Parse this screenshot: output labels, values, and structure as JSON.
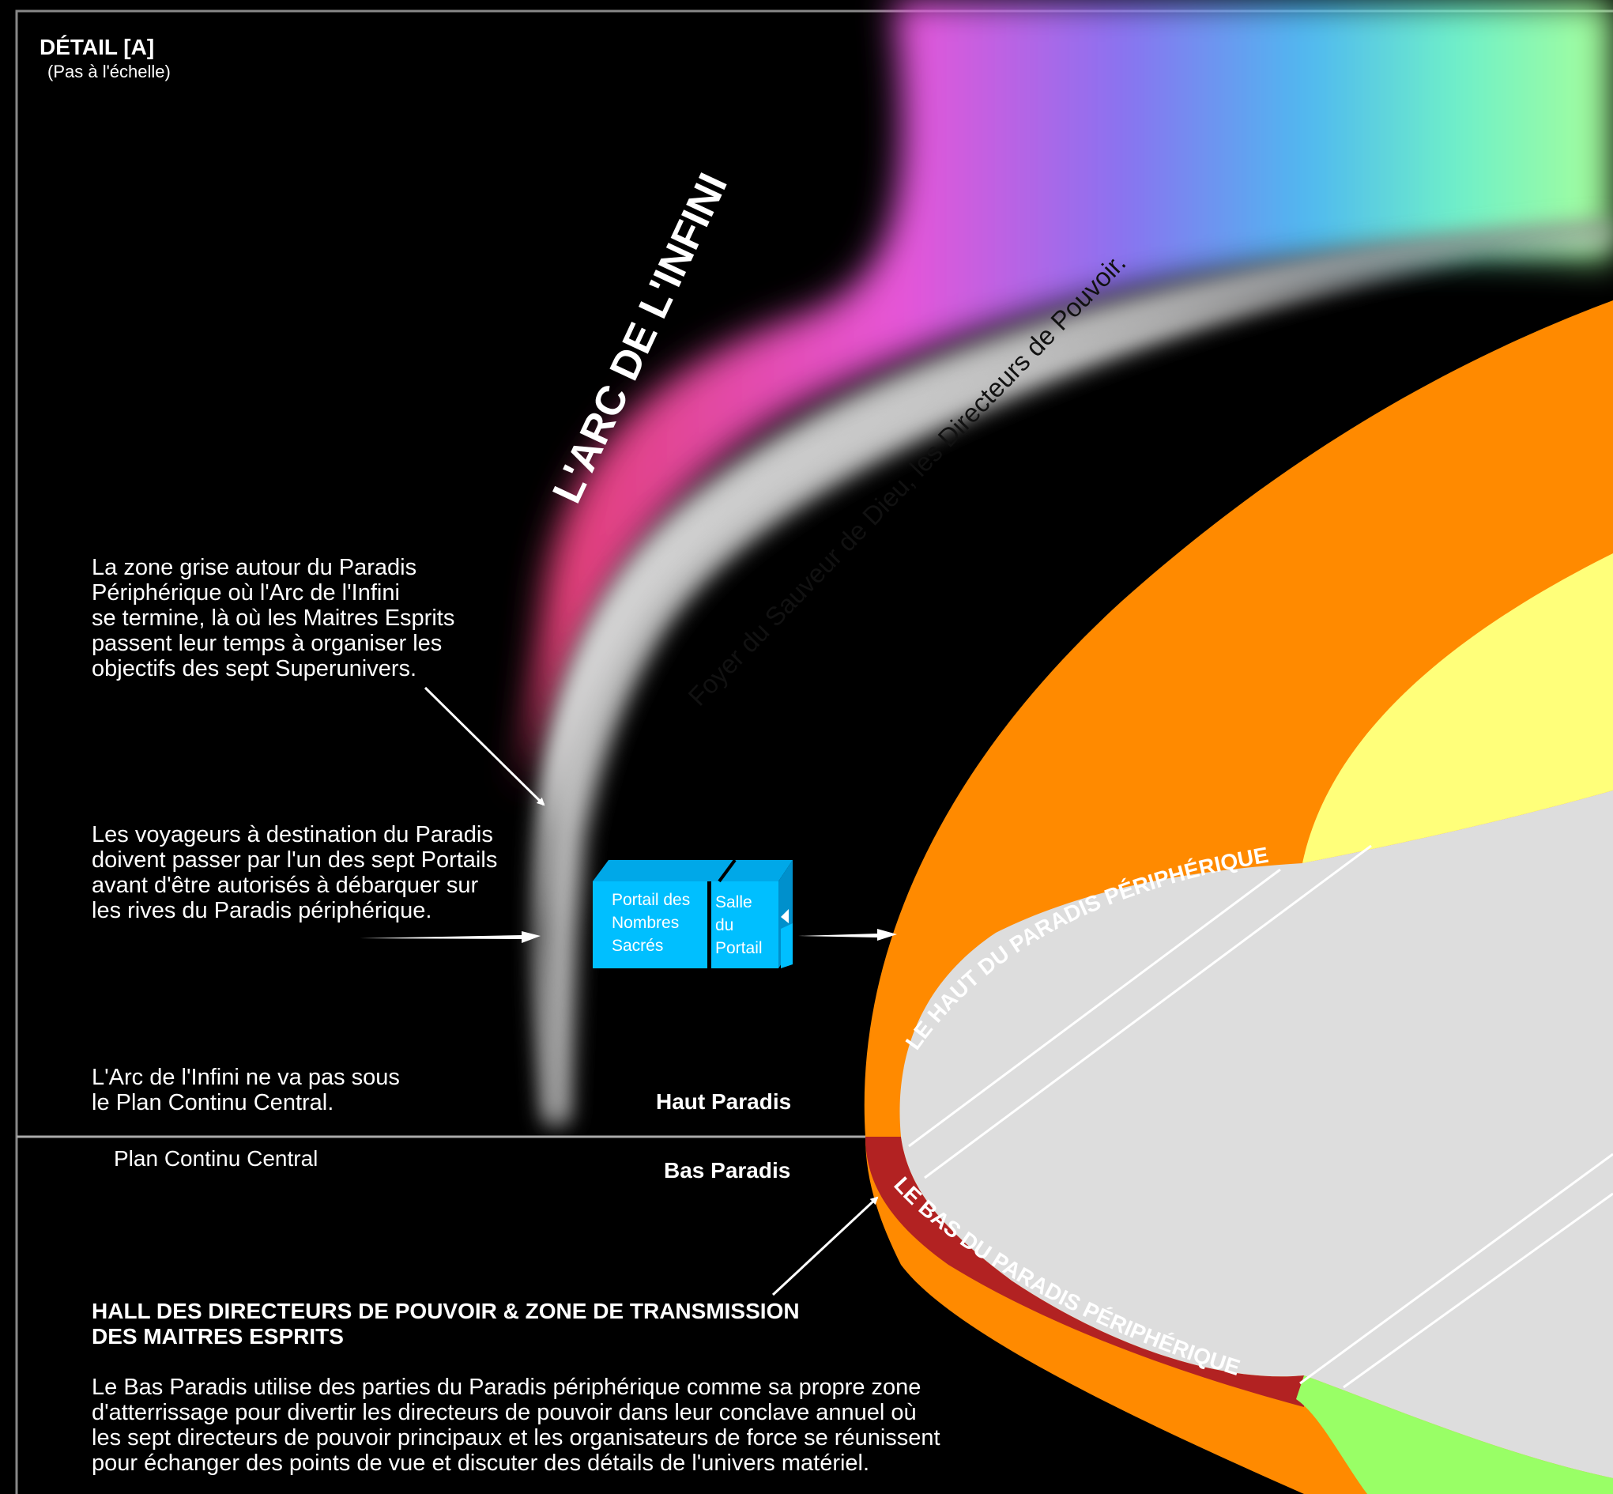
{
  "detail": {
    "title": "DÉTAIL [A]",
    "subtitle": "(Pas à l'échelle)"
  },
  "arc": {
    "title": "L'ARC DE L'INFINI",
    "foyer": "Foyer du Sauveur de Dieu, les Directeurs de Pouvoir."
  },
  "annotations": {
    "gray_zone": "La zone grise autour du Paradis\nPériphérique où l'Arc de l'Infini\nse termine, là où les Maitres Esprits\npassent leur temps à organiser les\nobjectifs des sept Superunivers.",
    "travelers": "Les voyageurs à destination du Paradis\ndoivent passer par l'un des sept Portails\navant d'être autorisés à débarquer sur\nles rives du Paradis périphérique.",
    "arc_limit": "L'Arc de l'Infini ne va pas sous\nle Plan Continu Central."
  },
  "portal": {
    "name": "Portail des\nNombres\nSacrés",
    "hall": "Salle\ndu\nPortail"
  },
  "levels": {
    "upper": "Haut Paradis",
    "lower": "Bas Paradis",
    "plane": "Plan Continu Central"
  },
  "bands": {
    "upper": "LE HAUT DU PARADIS PÉRIPHÉRIQUE",
    "lower": "LE BAS DU PARADIS PÉRIPHÉRIQUE"
  },
  "hall": {
    "title": "HALL DES DIRECTEURS DE POUVOIR & ZONE DE TRANSMISSION\nDES MAITRES ESPRITS",
    "body": "Le Bas Paradis utilise des parties du Paradis périphérique comme sa propre zone\nd'atterrissage pour divertir les directeurs de pouvoir dans leur conclave annuel où\nles sept directeurs de pouvoir principaux et les organisateurs de force se réunissent\npour échanger des points de vue et discuter des détails de l'univers matériel."
  },
  "colors": {
    "background": "#000000",
    "orange_band": "#ff8a00",
    "red_band": "#b22222",
    "yellow": "#ffff7a",
    "gray_core": "#dddddd",
    "green": "#99ff66",
    "portal_blue": "#00bfff",
    "rainbow": [
      "#e03c6c",
      "#e655d8",
      "#8a72f0",
      "#4fc0f0",
      "#6ff0c0",
      "#99ff99"
    ]
  }
}
